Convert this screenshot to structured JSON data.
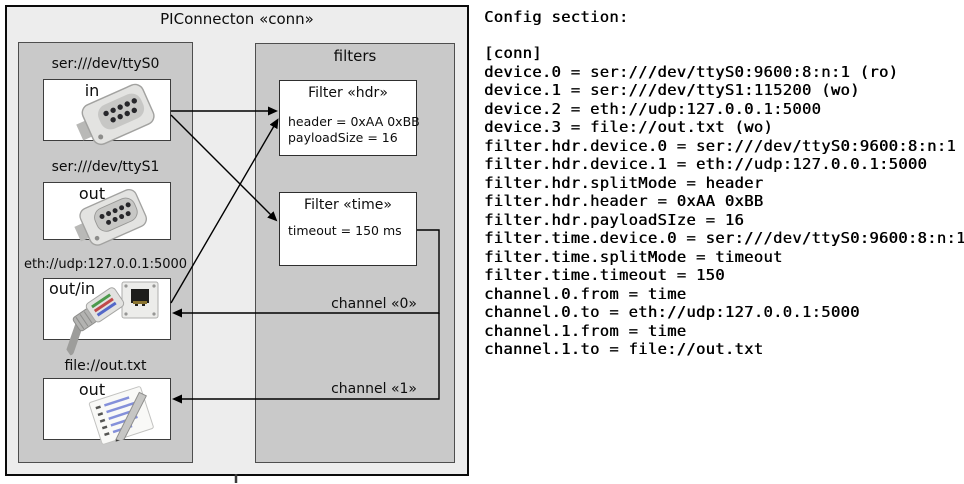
{
  "diagram": {
    "title": "PIConnecton «conn»",
    "devices_panel": {
      "devices": [
        {
          "label": "ser:///dev/ttyS0",
          "direction": "in",
          "icon": "serial-connector-icon"
        },
        {
          "label": "ser:///dev/ttyS1",
          "direction": "out",
          "icon": "serial-connector-icon"
        },
        {
          "label": "eth://udp:127.0.0.1:5000",
          "direction": "out/in",
          "icon": "ethernet-jack-icon"
        },
        {
          "label": "file://out.txt",
          "direction": "out",
          "icon": "notepad-icon"
        }
      ]
    },
    "filters_panel": {
      "title": "filters",
      "filters": [
        {
          "title": "Filter «hdr»",
          "properties": [
            "header = 0xAA 0xBB",
            "payloadSize = 16"
          ]
        },
        {
          "title": "Filter «time»",
          "properties": [
            "timeout = 150 ms"
          ]
        }
      ]
    },
    "channels": [
      {
        "label": "channel «0»"
      },
      {
        "label": "channel «1»"
      }
    ],
    "colors": {
      "outer_fill": "#ededed",
      "panel_fill": "#c9c9c9",
      "box_fill": "#ffffff",
      "line_color": "#000000"
    }
  },
  "config": {
    "heading": "Config section:",
    "lines": [
      "[conn]",
      "device.0 = ser:///dev/ttyS0:9600:8:n:1 (ro)",
      "device.1 = ser:///dev/ttyS1:115200 (wo)",
      "device.2 = eth://udp:127.0.0.1:5000",
      "device.3 = file://out.txt (wo)",
      "filter.hdr.device.0 = ser:///dev/ttyS0:9600:8:n:1",
      "filter.hdr.device.1 = eth://udp:127.0.0.1:5000",
      "filter.hdr.splitMode = header",
      "filter.hdr.header = 0xAA 0xBB",
      "filter.hdr.payloadSIze = 16",
      "filter.time.device.0 = ser:///dev/ttyS0:9600:8:n:1",
      "filter.time.splitMode = timeout",
      "filter.time.timeout = 150",
      "channel.0.from = time",
      "channel.0.to = eth://udp:127.0.0.1:5000",
      "channel.1.from = time",
      "channel.1.to = file://out.txt"
    ]
  }
}
